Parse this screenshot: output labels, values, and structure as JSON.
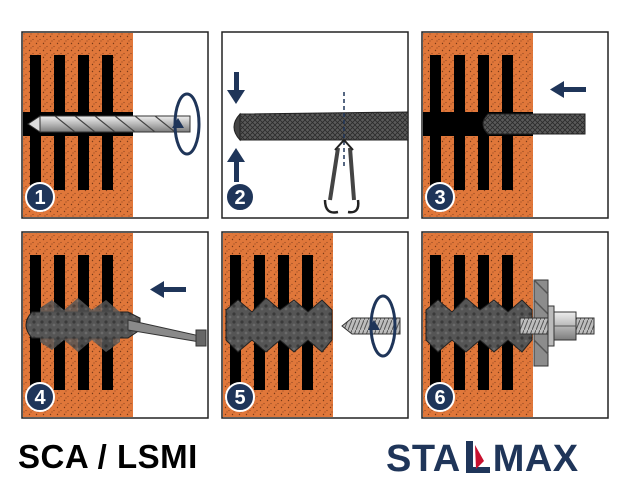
{
  "steps": [
    {
      "number": "1",
      "action": "drill"
    },
    {
      "number": "2",
      "action": "cut-mesh-sleeve"
    },
    {
      "number": "3",
      "action": "insert-sleeve"
    },
    {
      "number": "4",
      "action": "inject-resin"
    },
    {
      "number": "5",
      "action": "insert-threaded-rod"
    },
    {
      "number": "6",
      "action": "fix-plate-with-nut"
    }
  ],
  "product_code": "SCA / LSMI",
  "brand": {
    "before": "STA",
    "after": "MAX",
    "mark_letter": "L",
    "text_color": "#1f3559",
    "accent_color": "#c8102e"
  },
  "colors": {
    "brick": "#e0773a",
    "void": "#000000",
    "badge": "#1f3559",
    "arrow": "#1f3559",
    "resin": "#555555"
  }
}
